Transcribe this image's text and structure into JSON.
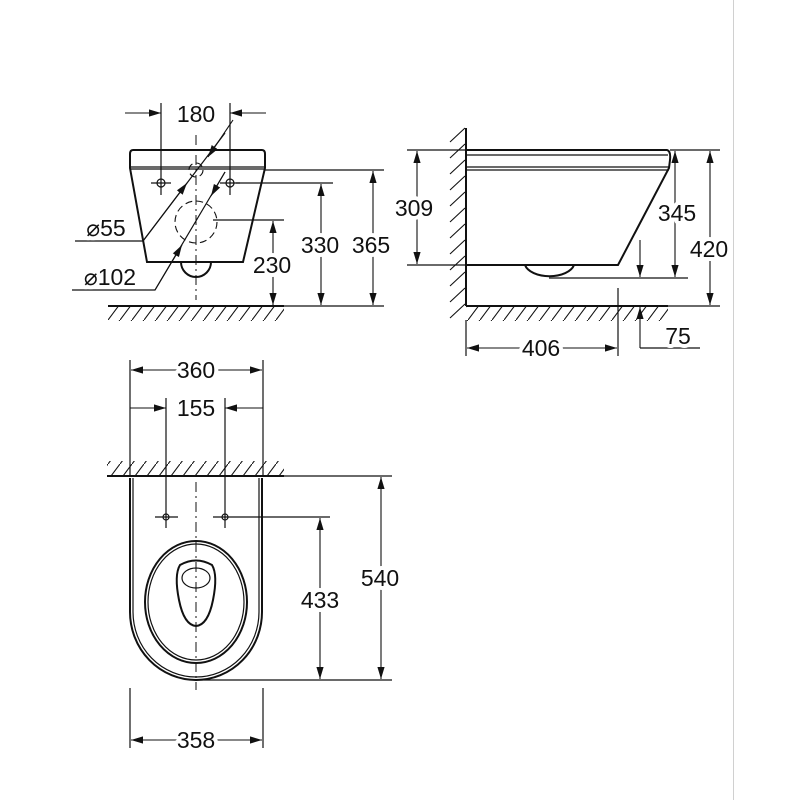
{
  "front_view": {
    "width_between_holes": "180",
    "diameter_small": "⌀55",
    "diameter_large": "⌀102",
    "height_outlet": "230",
    "height_holes": "330",
    "height_top": "365"
  },
  "side_view": {
    "height_wall_body": "309",
    "height_outlet": "345",
    "height_total": "420",
    "depth": "406",
    "offset": "75"
  },
  "top_view": {
    "width_outer": "360",
    "hole_spacing": "155",
    "hole_to_front": "433",
    "length": "540",
    "width_bottom": "358"
  }
}
